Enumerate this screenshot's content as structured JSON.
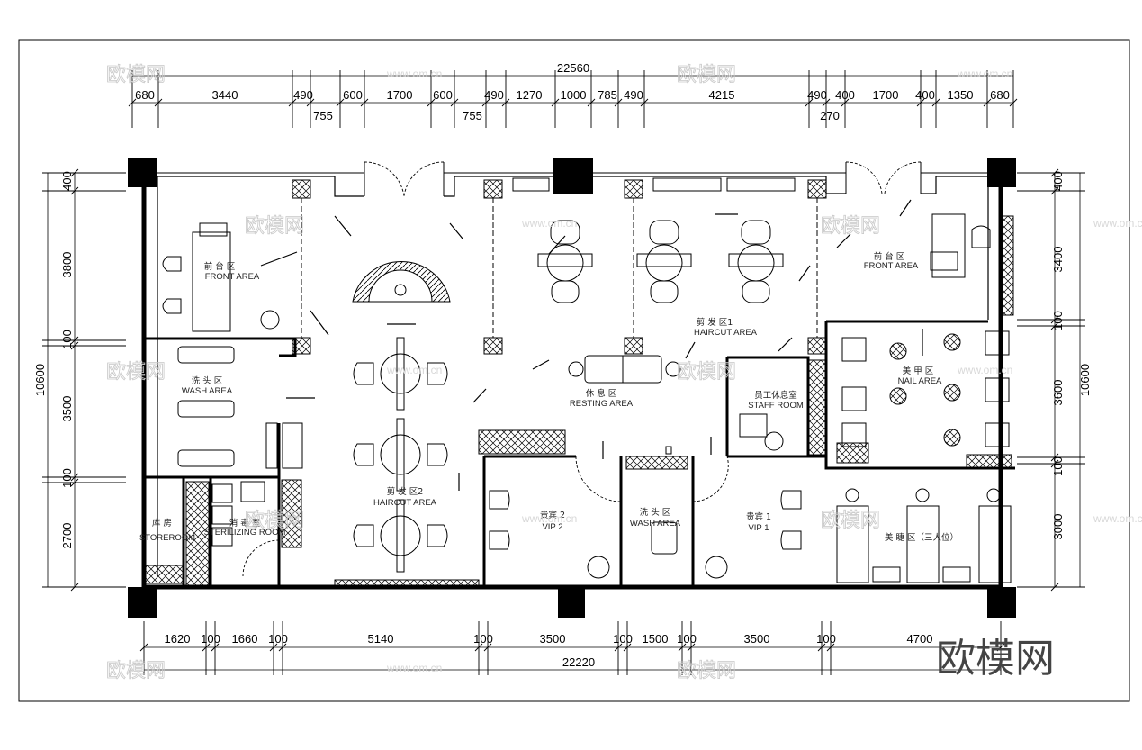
{
  "top_dims": {
    "overall": "22560",
    "row1": [
      "680",
      "3440",
      "490",
      "600",
      "1700",
      "600",
      "490",
      "1270",
      "1000",
      "785",
      "490",
      "4215",
      "490",
      "400",
      "1700",
      "400",
      "1350",
      "680"
    ],
    "row2": [
      "755",
      "755",
      "270"
    ]
  },
  "bottom_dims": {
    "overall": "22220",
    "row1": [
      "1620",
      "100",
      "1660",
      "100",
      "5140",
      "100",
      "3500",
      "100",
      "1500",
      "100",
      "3500",
      "100",
      "4700"
    ]
  },
  "left_dims": {
    "overall": "10600",
    "row1": [
      "400",
      "3800",
      "100",
      "3500",
      "100",
      "2700"
    ]
  },
  "right_dims": {
    "overall": "10600",
    "row1": [
      "400",
      "3400",
      "100",
      "3600",
      "100",
      "3000"
    ]
  },
  "rooms": {
    "front_left_cn": "前 台 区",
    "front_left_en": "FRONT AREA",
    "front_right_cn": "前 台 区",
    "front_right_en": "FRONT AREA",
    "wash_cn": "洗 头 区",
    "wash_en": "WASH AREA",
    "haircut1_cn": "剪 发 区1",
    "haircut1_en": "HAIRCUT AREA",
    "haircut2_cn": "剪 发 区2",
    "haircut2_en": "HAIRCUT AREA",
    "resting_cn": "休 息 区",
    "resting_en": "RESTING AREA",
    "staff_cn": "员工休息室",
    "staff_en": "STAFF ROOM",
    "nail_cn": "美 甲 区",
    "nail_en": "NAIL AREA",
    "store_cn": "库 房",
    "store_en": "STOREROOM",
    "sterile_cn": "消 毒 室",
    "sterile_en": "STERILIZING ROOM",
    "vip2_cn": "贵宾 2",
    "vip2_en": "VIP 2",
    "vip1_cn": "贵宾 1",
    "vip1_en": "VIP 1",
    "wash2_cn": "洗 头 区",
    "wash2_en": "WASH AREA",
    "lash_cn": "美 睫 区（三人位）"
  },
  "watermark": {
    "logo_text": "欧模网",
    "url_text": "www.om.cn"
  }
}
